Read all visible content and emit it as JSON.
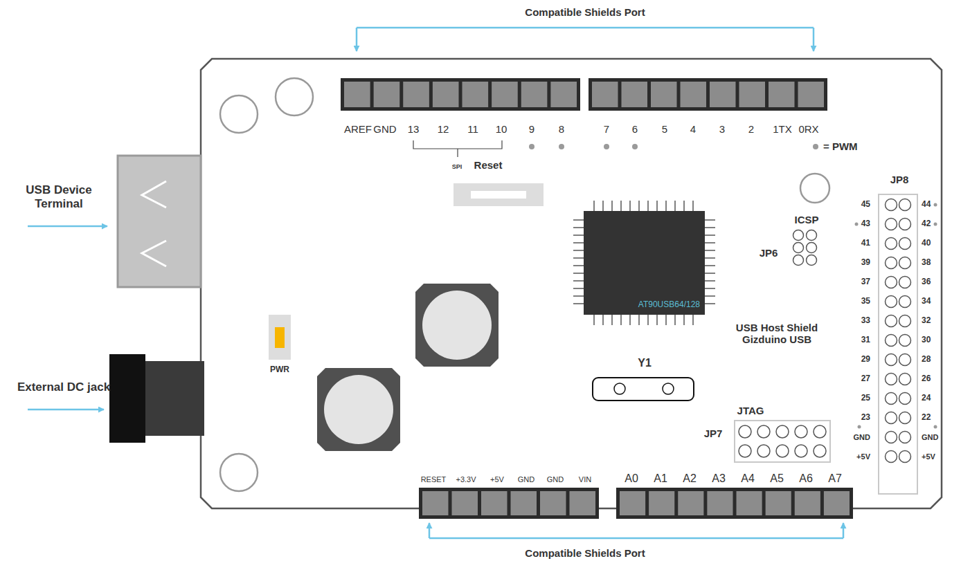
{
  "diagram": {
    "nodes": [
      {
        "text": [
          "Reset"
        ]
      },
      {
        "text": [
          "PWR"
        ]
      },
      {
        "text": [
          "AT90USB64/128"
        ]
      },
      {
        "text": [
          "Y1"
        ]
      },
      {
        "text": [
          "JTAG",
          "JP7"
        ]
      },
      {
        "text": [
          "JP8"
        ]
      }
    ],
    "labels": [
      "Compatible Shields Port",
      "USB Device Terminal",
      "External DC jack",
      "AREF",
      "GND",
      "13",
      "12",
      "11",
      "10",
      "9",
      "8",
      "7",
      "6",
      "5",
      "4",
      "3",
      "2",
      "1TX",
      "0RX",
      "SPI",
      "= PWM",
      "ICSP",
      "JP6",
      "USB Host Shield Gizduino USB",
      "45",
      "44",
      "43",
      "42",
      "41",
      "40",
      "39",
      "38",
      "37",
      "36",
      "35",
      "34",
      "33",
      "32",
      "31",
      "30",
      "29",
      "28",
      "27",
      "26",
      "25",
      "24",
      "23",
      "22",
      "GND",
      "GND",
      "+5V",
      "+5V",
      "RESET",
      "+3.3V",
      "+5V",
      "GND",
      "GND",
      "VIN",
      "A0",
      "A1",
      "A2",
      "A3",
      "A4",
      "A5",
      "A6",
      "A7",
      "Compatible Shields Port"
    ]
  }
}
